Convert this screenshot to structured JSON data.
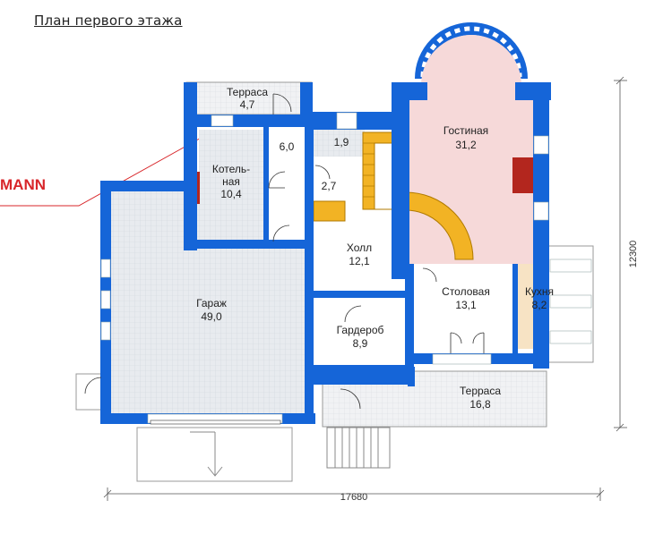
{
  "title": "План первого этажа",
  "brand": "MANN",
  "rooms": {
    "terrace_top": {
      "name": "Терраса",
      "area": "4,7"
    },
    "boiler": {
      "name": "Котель-",
      "name2": "ная",
      "area": "10,4"
    },
    "wc": {
      "area": "6,0"
    },
    "small1": {
      "area": "1,9"
    },
    "small2": {
      "area": "2,7"
    },
    "living": {
      "name": "Гостиная",
      "area": "31,2"
    },
    "hall": {
      "name": "Холл",
      "area": "12,1"
    },
    "garage": {
      "name": "Гараж",
      "area": "49,0"
    },
    "dining": {
      "name": "Столовая",
      "area": "13,1"
    },
    "kitchen": {
      "name": "Кухня",
      "area": "8,2"
    },
    "wardrobe": {
      "name": "Гардероб",
      "area": "8,9"
    },
    "terrace_bottom": {
      "name": "Терраса",
      "area": "16,8"
    }
  },
  "dimensions": {
    "width": "17680",
    "height": "12300"
  },
  "colors": {
    "wall": "#1565d8",
    "tile": "#dfe3e8",
    "living": "#f6d9d9",
    "kitchen": "#f7e3c4",
    "stair": "#f2b324",
    "fireplace": "#b3261e"
  }
}
